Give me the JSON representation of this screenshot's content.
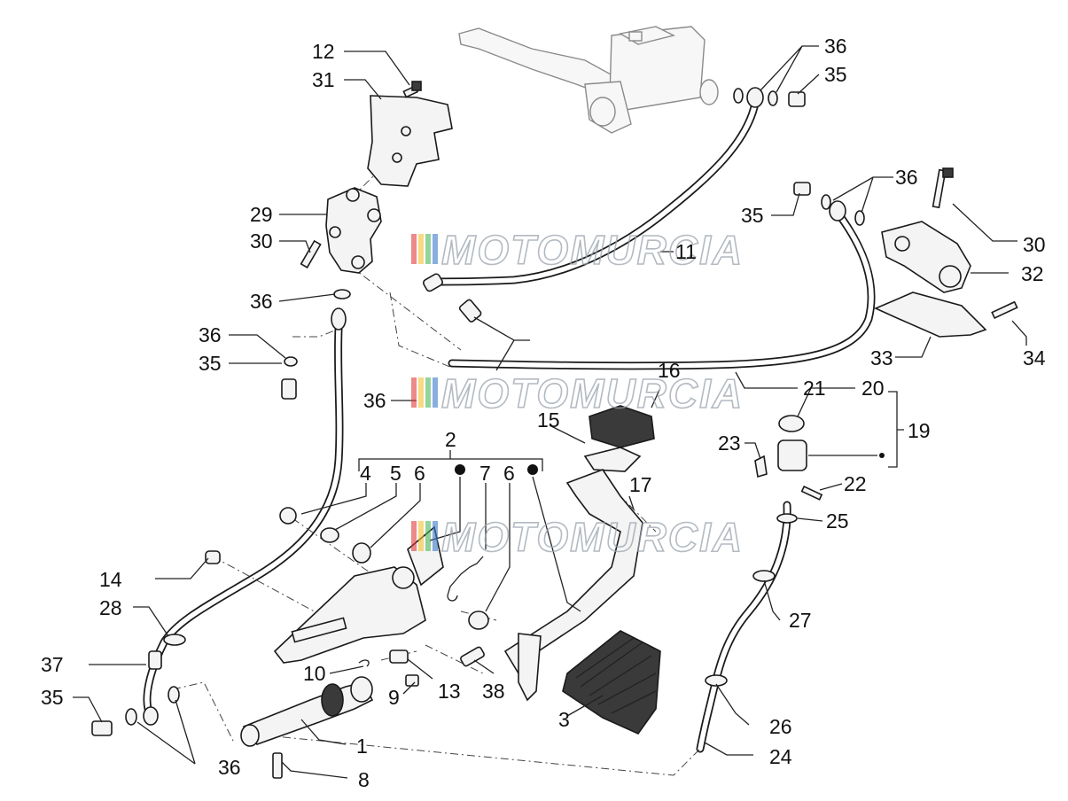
{
  "callouts": [
    "12",
    "31",
    "29",
    "30",
    "36",
    "36",
    "35",
    "36",
    "35",
    "11",
    "35",
    "30",
    "32",
    "33",
    "34",
    "21",
    "36",
    "36",
    "2",
    "4",
    "5",
    "6",
    "7",
    "6",
    "16",
    "15",
    "17",
    "20",
    "19",
    "23",
    "22",
    "25",
    "14",
    "28",
    "37",
    "35",
    "36",
    "10",
    "13",
    "9",
    "38",
    "3",
    "1",
    "8",
    "27",
    "26",
    "24"
  ],
  "watermark": "MOTOMURCIA",
  "colors": {
    "ink": "#1a1a1a",
    "watermark": "#9aa3ad",
    "logo_red": "#e23b3b",
    "logo_yellow": "#f2c230",
    "logo_green": "#49b85a",
    "logo_blue": "#3b78c9"
  },
  "icons": [
    "logo-stripes-icon"
  ]
}
